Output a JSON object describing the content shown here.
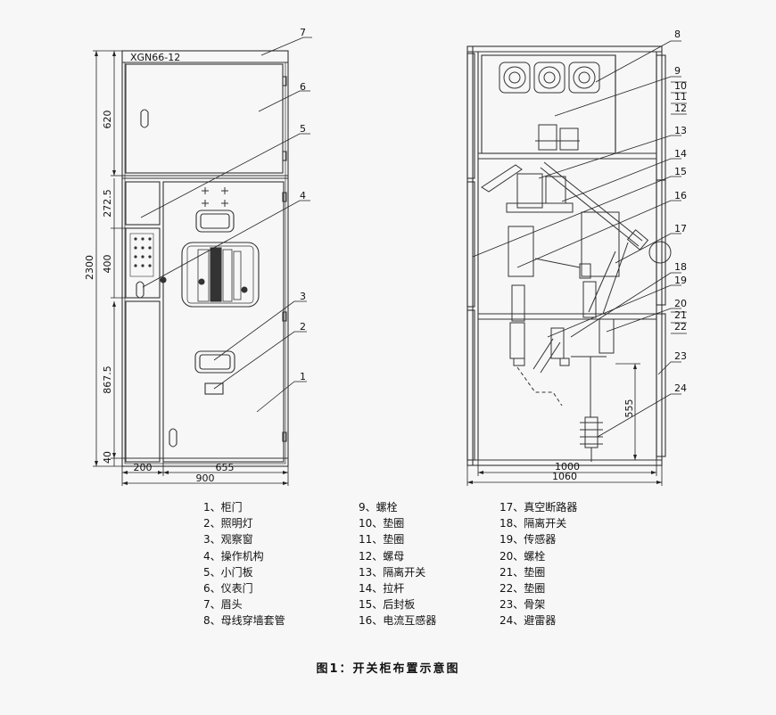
{
  "model_label": "XGN66-12",
  "callouts_left": [
    "7",
    "6",
    "5",
    "4",
    "3",
    "2",
    "1"
  ],
  "callouts_right": [
    "8",
    "9",
    "10",
    "11",
    "12",
    "13",
    "14",
    "15",
    "16",
    "17",
    "18",
    "19",
    "20",
    "21",
    "22",
    "23",
    "24"
  ],
  "dims_left": {
    "total_height": "2300",
    "h620": "620",
    "h272": "272.5",
    "h400": "400",
    "h867": "867.5",
    "h40": "40",
    "w200": "200",
    "w655": "655",
    "w900": "900"
  },
  "dims_right": {
    "w1000": "1000",
    "w1060": "1060",
    "h555": "555"
  },
  "legend": {
    "col1": [
      "1、柜门",
      "2、照明灯",
      "3、观察窗",
      "4、操作机构",
      "5、小门板",
      "6、仪表门",
      "7、眉头",
      "8、母线穿墙套管"
    ],
    "col2": [
      "9、螺栓",
      "10、垫圈",
      "11、垫圈",
      "12、螺母",
      "13、隔离开关",
      "14、拉杆",
      "15、后封板",
      "16、电流互感器"
    ],
    "col3": [
      "17、真空断路器",
      "18、隔离开关",
      "19、传感器",
      "20、螺栓",
      "21、垫圈",
      "22、垫圈",
      "23、骨架",
      "24、避雷器"
    ]
  },
  "caption": "图1：开关柜布置示意图"
}
